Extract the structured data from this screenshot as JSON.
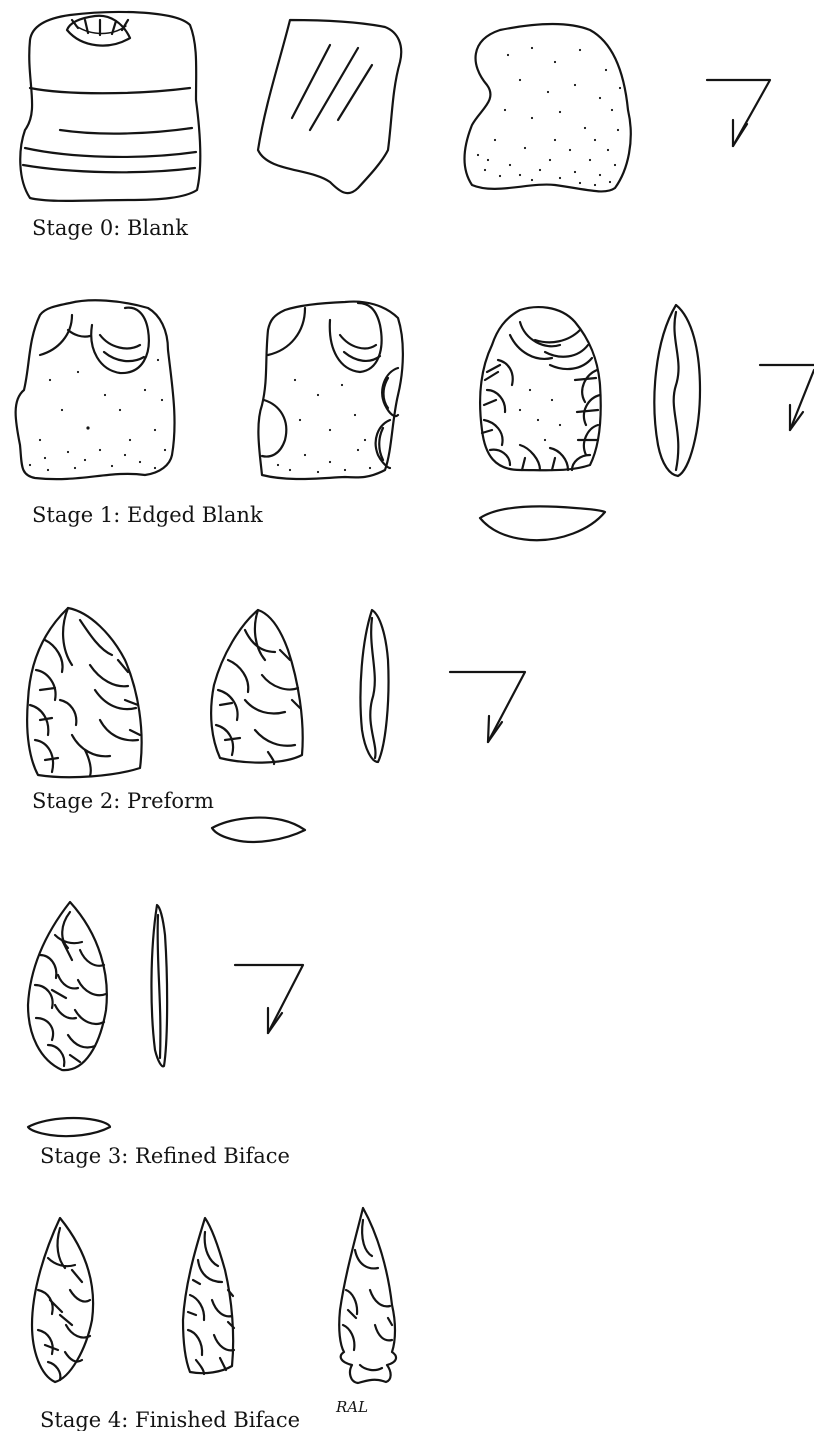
{
  "stages": [
    {
      "label": "Stage 0: Blank"
    },
    {
      "label": "Stage 1: Edged Blank"
    },
    {
      "label": "Stage 2: Preform"
    },
    {
      "label": "Stage 3: Refined Biface"
    },
    {
      "label": "Stage 4: Finished Biface"
    }
  ],
  "signature": "RAL",
  "colors": {
    "ink": "#141414",
    "paper": "#ffffff"
  }
}
